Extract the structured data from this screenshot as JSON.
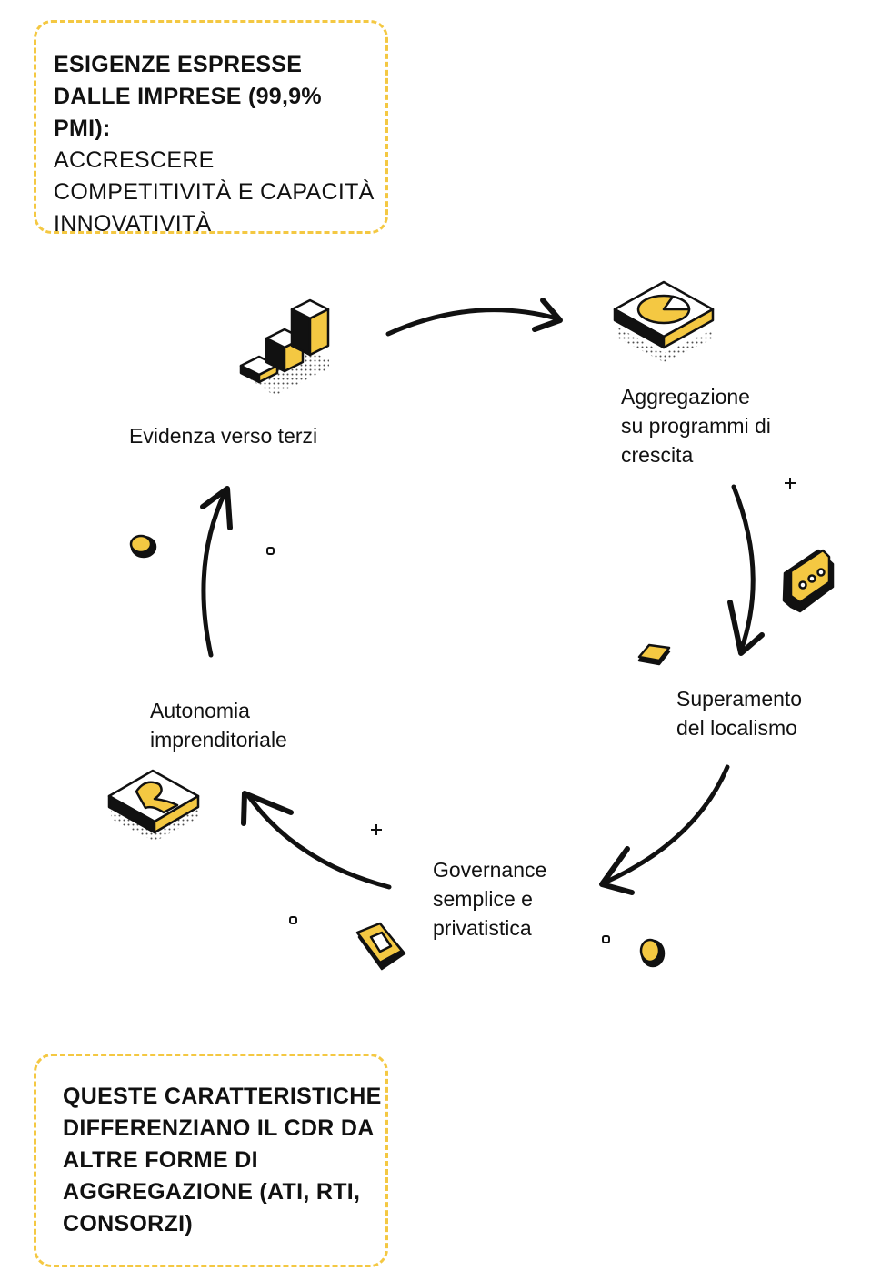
{
  "top_box": {
    "heading": "ESIGENZE ESPRESSE DALLE IMPRESE (99,9% PMI):",
    "body": "ACCRESCERE COMPETITIVITÀ E CAPACITÀ INNOVATIVITÀ"
  },
  "cycle": {
    "evidenza": "Evidenza verso terzi",
    "aggregazione": "Aggregazione su programmi di crescita",
    "superamento": "Superamento del localismo",
    "governance": "Governance semplice e privatistica",
    "autonomia": "Autonomia imprenditoriale"
  },
  "bottom_box": {
    "text": "QUESTE CARATTERISTICHE DIFFERENZIANO IL CDR DA ALTRE FORME DI AGGREGAZIONE (ATI, RTI, CONSORZI)"
  },
  "colors": {
    "accent_yellow": "#f4c842",
    "ink": "#111111",
    "dashed_border": "#f4c842"
  },
  "icons": [
    "bar-chart-icon",
    "pie-chart-icon",
    "chat-bubble-icon",
    "ring-icon",
    "user-badge-icon",
    "coin-icon",
    "gem-icon",
    "plus-icon",
    "dot-icon"
  ]
}
